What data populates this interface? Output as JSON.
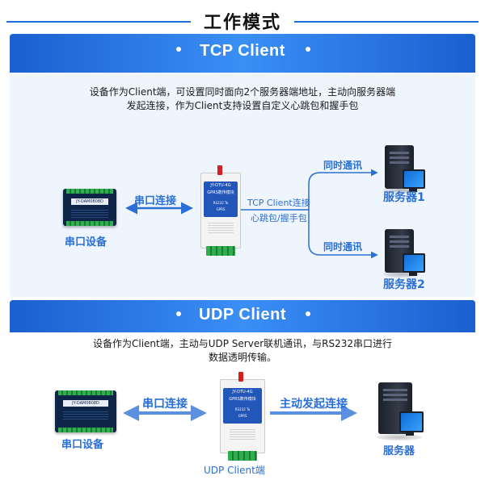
{
  "page": {
    "title": "工作模式"
  },
  "tcp": {
    "header": "TCP Client",
    "desc_line1": "设备作为Client端，可设置同时面向2个服务器端地址，主动向服务器端",
    "desc_line2": "发起连接，作为Client支持设置自定义心跳包和握手包",
    "serial_link_label": "串口连接",
    "device_label": "串口设备",
    "dtu_link_line1": "TCP Client连接",
    "dtu_link_line2": "心跳包/握手包",
    "branch1_label": "同时通讯",
    "branch2_label": "同时通讯",
    "server1_label": "服务器1",
    "server2_label": "服务器2"
  },
  "udp": {
    "header": "UDP Client",
    "desc_line1": "设备作为Client端，主动与UDP Server联机通讯，与RS232串口进行",
    "desc_line2": "数据透明传输。",
    "serial_link_label": "串口连接",
    "device_label": "串口设备",
    "active_link_label": "主动发起连接",
    "server_label": "服务器",
    "dtu_label": "UDP Client端"
  },
  "dtu_face": {
    "model": "JY-DTU-4G",
    "name": "GPRS数传模块",
    "line1": "RS232 To",
    "line2": "GPRS"
  },
  "io_board_label": "JY-DAM0808D",
  "colors": {
    "accent": "#2a6fd6",
    "header_start": "#1b5fd0",
    "header_mid": "#3a8ff5",
    "panel_bg": "#eef5fd"
  }
}
